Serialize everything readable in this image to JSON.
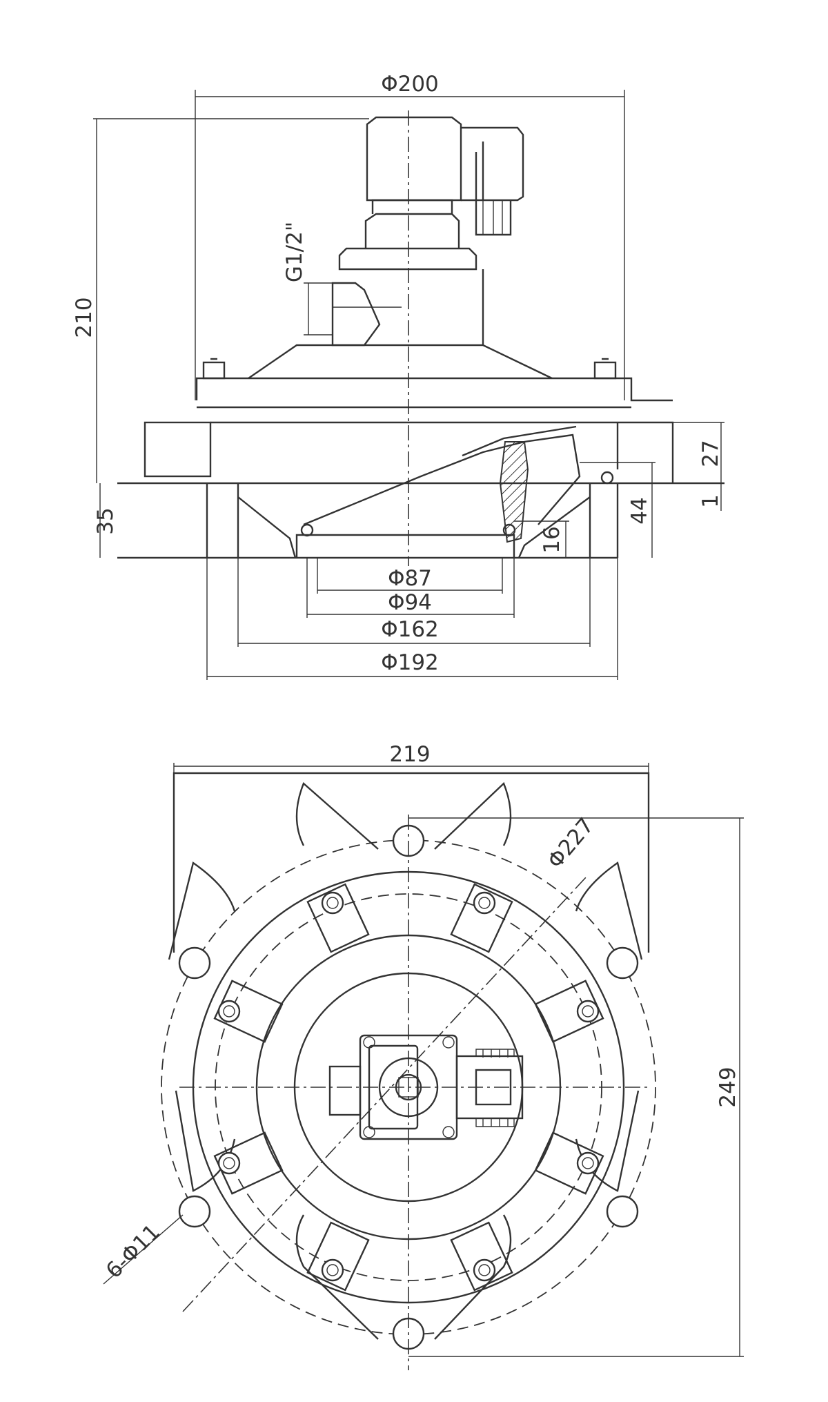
{
  "dimensions": {
    "top_view": {
      "overall_diameter": "Φ200",
      "overall_height": "210",
      "inlet_thread": "G1/2\"",
      "flange_height": "27",
      "flange_gap": "1",
      "body_height": "44",
      "lower_height": "35",
      "seat_height": "16",
      "outlet_inner": "Φ87",
      "outlet_outer": "Φ94",
      "flange_inner": "Φ162",
      "flange_outer": "Φ192"
    },
    "plan_view": {
      "width": "219",
      "height": "249",
      "bolt_circle": "Φ227",
      "holes": "6-Φ11"
    }
  },
  "colors": {
    "line": "#333333",
    "background": "#ffffff"
  }
}
